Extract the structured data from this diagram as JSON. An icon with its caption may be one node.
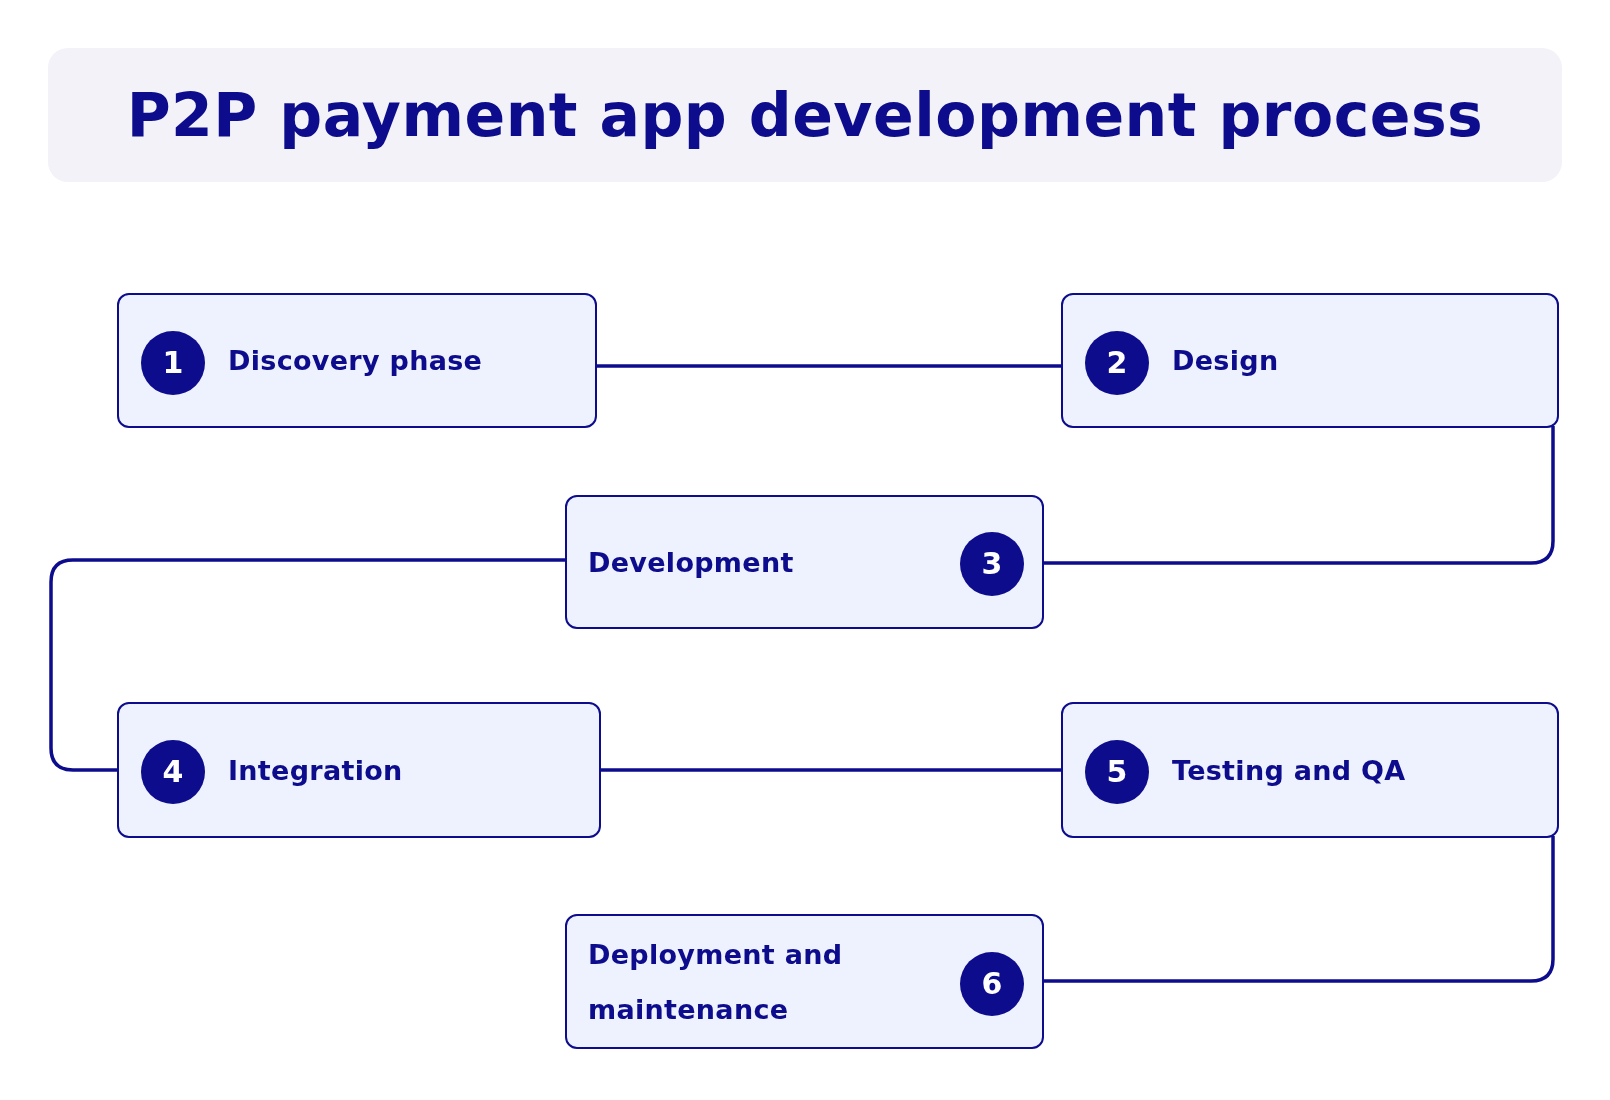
{
  "diagram": {
    "title": "P2P payment app development process",
    "nodes": [
      {
        "text": [
          "Discovery phase"
        ]
      },
      {
        "text": [
          "1"
        ],
        "in": 0
      },
      {
        "text": [
          "Design"
        ]
      },
      {
        "text": [
          "2"
        ],
        "in": 2
      },
      {
        "text": [
          "Development"
        ]
      },
      {
        "text": [
          "3"
        ],
        "in": 4
      },
      {
        "text": [
          "Integration"
        ]
      },
      {
        "text": [
          "4"
        ],
        "in": 6
      },
      {
        "text": [
          "Testing and QA"
        ]
      },
      {
        "text": [
          "5"
        ],
        "in": 8
      },
      {
        "text": [
          "Deployment and maintenance"
        ]
      },
      {
        "text": [
          "6"
        ],
        "in": 10
      }
    ],
    "edges": [
      {
        "from": 0,
        "to": 2,
        "arrow": "none"
      },
      {
        "from": 2,
        "to": 4,
        "arrow": "none"
      },
      {
        "from": 4,
        "to": 6,
        "arrow": "none"
      },
      {
        "from": 6,
        "to": 8,
        "arrow": "none"
      },
      {
        "from": 8,
        "to": 10,
        "arrow": "none"
      }
    ]
  }
}
